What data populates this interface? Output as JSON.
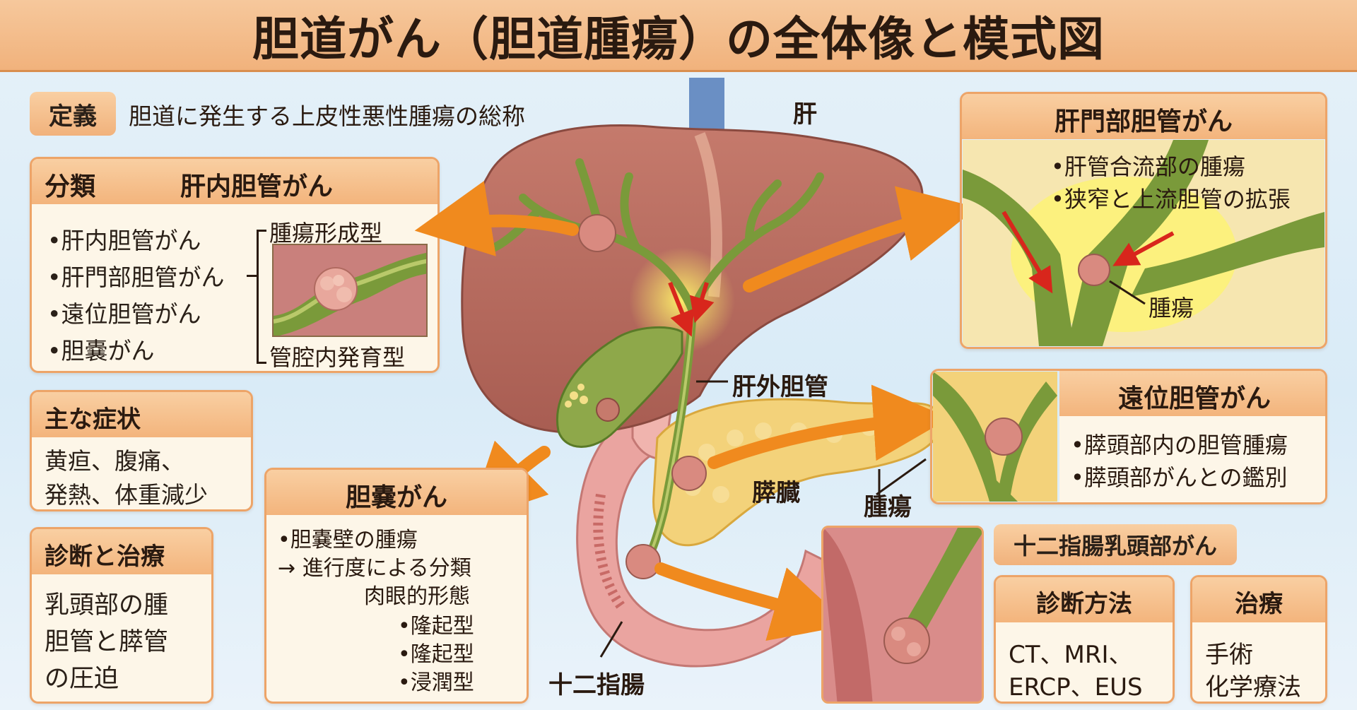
{
  "title": "胆道がん（胆道腫瘍）の全体像と模式図",
  "definition": {
    "tag": "定義",
    "text": "胆道に発生する上皮性悪性腫瘍の総称"
  },
  "classification": {
    "heading": "分類",
    "subheading": "肝内胆管がん",
    "items": [
      "•肝内胆管がん",
      "•肝門部胆管がん",
      "•遠位胆管がん",
      "•胆嚢がん"
    ],
    "type_top": "腫瘍形成型",
    "type_bottom": "管腔内発育型"
  },
  "symptoms": {
    "heading": "主な症状",
    "line1": "黄疸、腹痛、",
    "line2": "発熱、体重減少"
  },
  "diagnosis_treatment": {
    "heading": "診断と治療",
    "line1": "乳頭部の腫",
    "line2": "胆管と膵管",
    "line3": "の圧迫"
  },
  "gallbladder": {
    "heading": "胆嚢がん",
    "line1": "•胆嚢壁の腫瘍",
    "line2": "→ 進行度による分類",
    "line3": "肉眼的形態",
    "types": [
      "•隆起型",
      "•隆起型",
      "•浸潤型"
    ]
  },
  "hilar": {
    "heading": "肝門部胆管がん",
    "item1": "•肝管合流部の腫瘍",
    "item2": "•狭窄と上流胆管の拡張",
    "tumor_label": "腫瘍"
  },
  "distal": {
    "heading": "遠位胆管がん",
    "item1": "•膵頭部内の胆管腫瘍",
    "item2": "•膵頭部がんとの鑑別"
  },
  "ampulla": {
    "heading": "十二指腸乳頭部がん",
    "method_heading": "診断方法",
    "method_line1": "CT、MRI、",
    "method_line2": "ERCP、EUS",
    "tx_heading": "治療",
    "tx_line1": "手術",
    "tx_line2": "化学療法"
  },
  "anatomy": {
    "liver": "肝",
    "extrahepatic_duct": "肝外胆管",
    "pancreas": "膵臓",
    "tumor": "腫瘍",
    "duodenum": "十二指腸"
  },
  "colors": {
    "header": "#f3b47c",
    "panel_border": "#eda468",
    "liver": "#b86a5e",
    "bile_duct": "#7a9a3a",
    "arrow": "#f08a1e",
    "tumor": "#d98a80"
  }
}
